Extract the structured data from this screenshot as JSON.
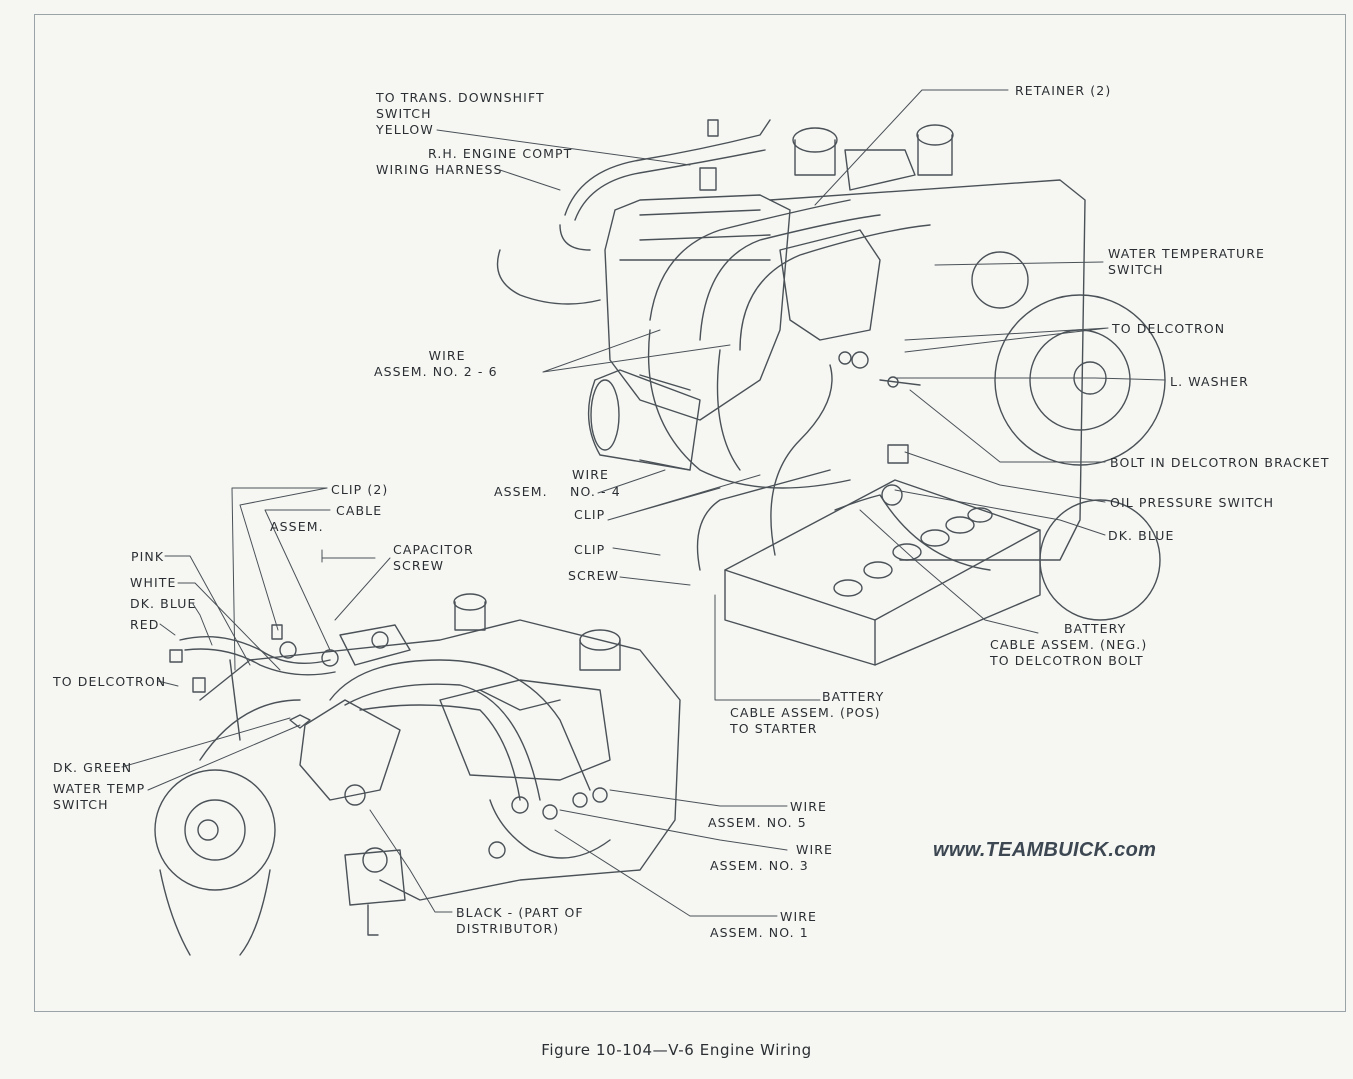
{
  "figure": {
    "caption": "Figure 10-104—V-6 Engine Wiring",
    "watermark": "www.TEAMBUICK.com"
  },
  "upper_view": {
    "trans_downshift": [
      "TO TRANS. DOWNSHIFT",
      "SWITCH",
      "YELLOW"
    ],
    "rh_harness": [
      "R.H. ENGINE COMPT",
      "WIRING HARNESS"
    ],
    "retainer": "RETAINER (2)",
    "water_temp_switch": [
      "WATER TEMPERATURE",
      "SWITCH"
    ],
    "to_delcotron": "TO DELCOTRON",
    "l_washer": "L. WASHER",
    "wire_2_6": [
      "WIRE",
      "ASSEM. NO. 2 - 6"
    ],
    "bolt_delcotron": "BOLT IN DELCOTRON BRACKET",
    "wire_4_a": "WIRE",
    "wire_4_b": "ASSEM.",
    "wire_4_c": "NO. - 4",
    "oil_pressure": "OIL PRESSURE SWITCH",
    "clip_a": "CLIP",
    "dk_blue": "DK. BLUE",
    "clip_b": "CLIP",
    "screw": "SCREW",
    "battery_neg": [
      "BATTERY",
      "CABLE ASSEM. (NEG.)",
      "TO DELCOTRON BOLT"
    ],
    "battery_pos": [
      "BATTERY",
      "CABLE ASSEM. (POS)",
      "TO STARTER"
    ]
  },
  "lower_view": {
    "clip_2": "CLIP (2)",
    "cable_assem": [
      "CABLE",
      "ASSEM."
    ],
    "capacitor": [
      "CAPACITOR",
      "SCREW"
    ],
    "pink": "PINK",
    "white": "WHITE",
    "dk_blue": "DK. BLUE",
    "red": "RED",
    "to_delcotron": "TO DELCOTRON",
    "dk_green": "DK. GREEN",
    "water_temp": [
      "WATER TEMP",
      "SWITCH"
    ],
    "wire_5": [
      "WIRE",
      "ASSEM. NO. 5"
    ],
    "wire_3": [
      "WIRE",
      "ASSEM. NO. 3"
    ],
    "wire_1": [
      "WIRE",
      "ASSEM. NO. 1"
    ],
    "black": [
      "BLACK - (PART OF",
      "DISTRIBUTOR)"
    ]
  }
}
